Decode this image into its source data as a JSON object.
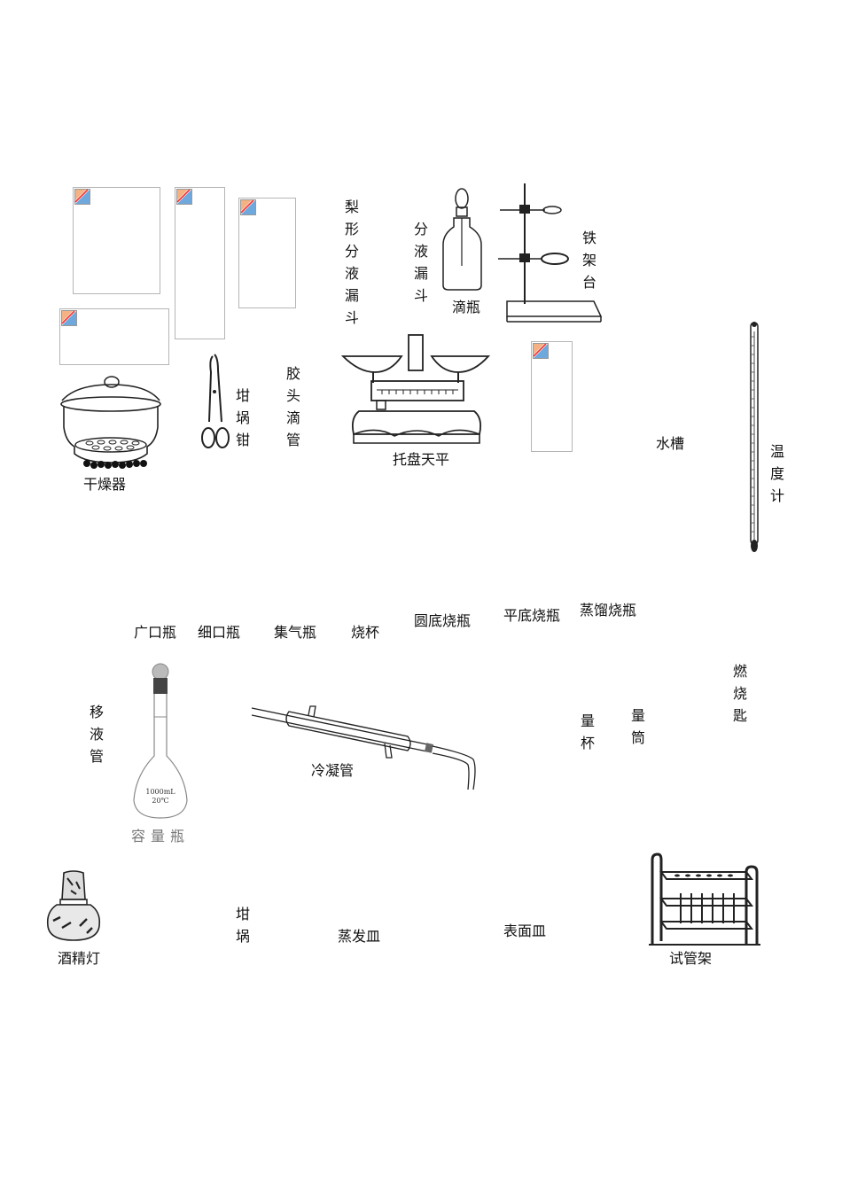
{
  "labels": {
    "pear_funnel": "梨形分液漏斗",
    "sep_funnel": "分液漏斗",
    "dropper_bottle": "滴瓶",
    "iron_stand": "铁架台",
    "crucible_tongs": "坩埚钳",
    "rubber_dropper": "胶头滴管",
    "balance": "托盘天平",
    "desiccator": "干燥器",
    "water_trough": "水槽",
    "thermometer": "温度计",
    "wide_bottle": "广口瓶",
    "narrow_bottle": "细口瓶",
    "gas_bottle": "集气瓶",
    "beaker": "烧杯",
    "round_flask": "圆底烧瓶",
    "flat_flask": "平底烧瓶",
    "distill_flask": "蒸馏烧瓶",
    "pipette": "移液管",
    "condenser": "冷凝管",
    "meas_cup": "量杯",
    "meas_cyl": "量筒",
    "comb_spoon": "燃烧匙",
    "vol_flask": "容量瓶",
    "vol_flask_marking_1": "1000mL",
    "vol_flask_marking_2": "20℃",
    "alcohol_lamp": "酒精灯",
    "crucible": "坩埚",
    "evap_dish": "蒸发皿",
    "watch_glass": "表面皿",
    "tube_rack": "试管架"
  },
  "icons": {
    "broken_image": "broken-image-icon"
  }
}
